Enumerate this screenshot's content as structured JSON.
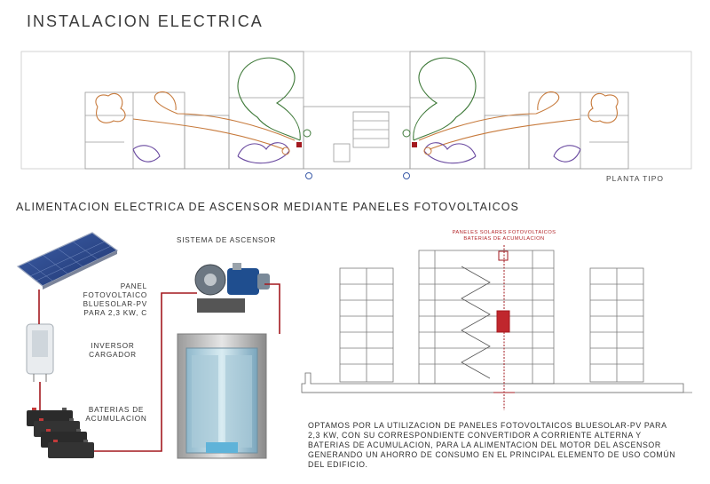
{
  "title": "INSTALACION ELECTRICA",
  "plan_label": "PLANTA TIPO",
  "subtitle": "ALIMENTACION ELECTRICA DE ASCENSOR MEDIANTE PANELES FOTOVOLTAICOS",
  "components": {
    "panel": [
      "PANEL",
      "FOTOVOLTAICO",
      "BLUESOLAR-PV",
      "PARA 2,3 KW, C"
    ],
    "inverter": [
      "INVERSOR",
      "CARGADOR"
    ],
    "batteries": [
      "BATERIAS DE",
      "ACUMULACION"
    ],
    "elevator_system": "SISTEMA DE ASCENSOR"
  },
  "section_note": [
    "PANELES SOLARES FOTOVOLTAICOS",
    "BATERIAS DE ACUMULACION"
  ],
  "description": [
    "OPTAMOS POR LA UTILIZACION DE PANELES FOTOVOLTAICOS BLUESOLAR-PV  PARA",
    "2,3 KW, CON SU CORRESPONDIENTE CONVERTIDOR A CORRIENTE ALTERNA Y",
    "BATERIAS DE ACUMULACION, PARA LA ALIMENTACION DEL MOTOR DEL ASCENSOR",
    "GENERANDO UN AHORRO DE CONSUMO EN EL PRINCIPAL ELEMENTO DE USO COMÚN",
    "DEL EDIFICIO."
  ],
  "colors": {
    "circuit_green": "#3f7a3a",
    "circuit_orange": "#c77a3c",
    "circuit_purple": "#6a4aa0",
    "circuit_blue": "#3a5aa8",
    "feed_red": "#a3191f",
    "line_gray": "#9a9a9a"
  }
}
